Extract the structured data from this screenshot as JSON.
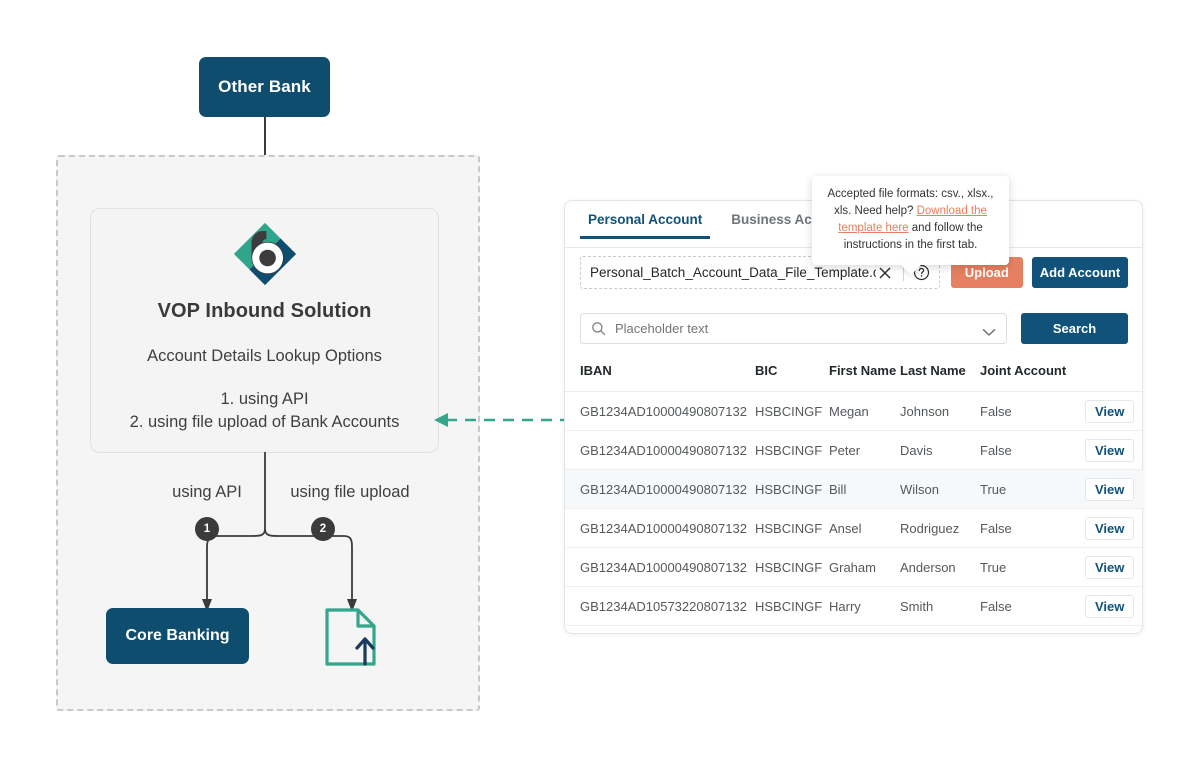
{
  "diagram": {
    "other_bank_label": "Other Bank",
    "card": {
      "title": "VOP Inbound Solution",
      "subtitle": "Account Details Lookup Options",
      "option_1": "1. using API",
      "option_2": "2. using file upload of Bank Accounts"
    },
    "branch_label_api": "using API",
    "branch_label_upload": "using file upload",
    "badge_1": "1",
    "badge_2": "2",
    "core_banking_label": "Core Banking",
    "logo_icon": "bottomline-b-diamond-logo",
    "file_upload_icon": "file-upload-icon",
    "link_arrow_icon": "dashed-left-arrow-icon",
    "colors": {
      "navy": "#0E4D6E",
      "teal": "#35A58C",
      "dark_gray": "#3B3B3B",
      "zone_bg": "#F5F5F5",
      "zone_border": "#C9C9C9"
    }
  },
  "panel": {
    "tabs": [
      {
        "label": "Personal Account",
        "active": true
      },
      {
        "label": "Business Account",
        "active": false
      }
    ],
    "upload": {
      "filename": "Personal_Batch_Account_Data_File_Template.csv",
      "clear_icon": "close-icon",
      "help_icon": "question-circle-icon",
      "upload_label": "Upload",
      "add_account_label": "Add Account",
      "upload_color": "#E58160",
      "add_account_color": "#10527A"
    },
    "tooltip": {
      "line1": "Accepted file formats: csv., xlsx., xls.",
      "line2_prefix": "Need help? ",
      "link_text": "Download the template here",
      "line2_suffix": " and follow the instructions in the first tab.",
      "link_color": "#E58160"
    },
    "search": {
      "icon": "search-icon",
      "placeholder": "Placeholder text",
      "value": "",
      "dropdown_icon": "chevron-down-icon",
      "button_label": "Search"
    },
    "table": {
      "columns": [
        "IBAN",
        "BIC",
        "First Name",
        "Last Name",
        "Joint Account",
        ""
      ],
      "row_action_label": "View",
      "rows": [
        {
          "iban": "GB1234AD10000490807132",
          "bic": "HSBCINGF",
          "first": "Megan",
          "last": "Johnson",
          "joint": "False",
          "action": "View"
        },
        {
          "iban": "GB1234AD10000490807132",
          "bic": "HSBCINGF",
          "first": "Peter",
          "last": "Davis",
          "joint": "False",
          "action": "View"
        },
        {
          "iban": "GB1234AD10000490807132",
          "bic": "HSBCINGF",
          "first": "Bill",
          "last": "Wilson",
          "joint": "True",
          "action": "View"
        },
        {
          "iban": "GB1234AD10000490807132",
          "bic": "HSBCINGF",
          "first": "Ansel",
          "last": "Rodriguez",
          "joint": "False",
          "action": "View"
        },
        {
          "iban": "GB1234AD10000490807132",
          "bic": "HSBCINGF",
          "first": "Graham",
          "last": "Anderson",
          "joint": "True",
          "action": "View"
        },
        {
          "iban": "GB1234AD10573220807132",
          "bic": "HSBCINGF",
          "first": "Harry",
          "last": "Smith",
          "joint": "False",
          "action": "View"
        }
      ]
    }
  }
}
